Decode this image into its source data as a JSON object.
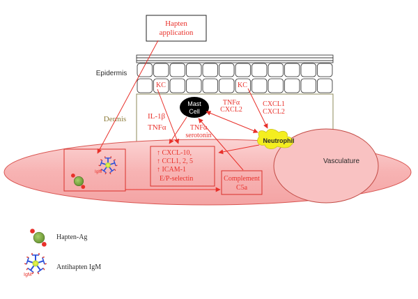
{
  "labels": {
    "hapten_line1": "Hapten",
    "hapten_line2": "application",
    "epidermis": "Epidermis",
    "dermis": "Dermis",
    "kc_left": "KC",
    "kc_right": "KC",
    "mast_line1": "Mast",
    "mast_line2": "Cell",
    "il1b": "IL-1β",
    "tnfa_left": "TNFα",
    "tnfa_mast": "TNFα",
    "serotonin": "serotonin",
    "tnfa_top": "TNFα",
    "cxcl2_top": "CXCL2",
    "cxcl1_right": "CXCL1",
    "cxcl2_right": "CXCL2",
    "neutrophil": "Neutrophil",
    "vasculature": "Vasculature",
    "cxcl10": "↑ CXCL-10,",
    "ccl": "↑ CCL1, 2, 5",
    "icam": "↑ ICAM-1",
    "selectin": "E/P-selectin",
    "complement": "Complement",
    "c5a": "C5a",
    "igm_tag": "IgM"
  },
  "legend": {
    "hapten_ag": "Hapten-Ag",
    "antihapten_igm": "Antihapten IgM"
  },
  "colors": {
    "accent_red": "#e8302a",
    "vessel_fill": "#f7b9b9",
    "dermis_label": "#8c7b3a",
    "neutrophil_fill": "#f4ee1f",
    "hapten_ag_fill": "#7aa83a",
    "igm_blue": "#2b4fd8"
  }
}
